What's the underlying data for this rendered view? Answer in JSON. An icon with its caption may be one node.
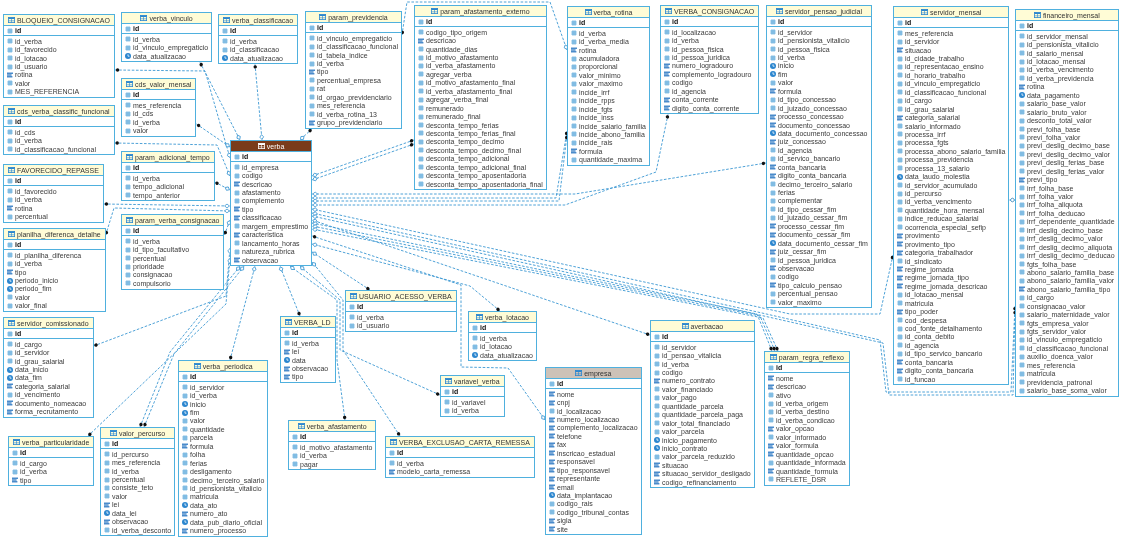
{
  "diagram": {
    "nodes": [
      {
        "text": [
          "BLOQUEIO_CONSIGNACAO",
          "id",
          "id_verba",
          "id_favorecido",
          "id_lotacao",
          "id_usuario",
          "rotina",
          "valor",
          "MES_REFERENCIA"
        ]
      },
      {
        "text": [
          "verba_vinculo",
          "id",
          "id_verba",
          "id_vinculo_empregaticio",
          "data_atualizacao"
        ]
      },
      {
        "text": [
          "verba_classificacao",
          "id",
          "id_verba",
          "id_classificacao",
          "data_atualizacao"
        ]
      },
      {
        "text": [
          "param_previdencia",
          "id",
          "id_vinculo_empregaticio",
          "id_classificacao_funcional",
          "id_tabela_indice",
          "id_verba",
          "tipo",
          "percentual_empresa",
          "rat",
          "id_orgao_previdenciario",
          "mes_referencia",
          "id_verba_rotina_13",
          "grupo_previdenciario"
        ]
      },
      {
        "text": [
          "param_afastamento_externo",
          "id",
          "codigo_tipo_origem",
          "descricao",
          "quantidade_dias",
          "id_motivo_afastamento",
          "id_verba_afastamento",
          "agregar_verba",
          "id_motivo_afastamento_final",
          "id_verba_afastamento_final",
          "agregar_verba_final",
          "remunerado",
          "remunerado_final",
          "desconta_tempo_ferias",
          "desconta_tempo_ferias_final",
          "desconta_tempo_decimo",
          "desconta_tempo_decimo_final",
          "desconta_tempo_adicional",
          "desconta_tempo_adicional_final",
          "desconta_tempo_aposentadoria",
          "desconta_tempo_aposentadoria_final"
        ]
      },
      {
        "text": [
          "verba_rotina",
          "id",
          "id_verba",
          "id_verba_media",
          "rotina",
          "acumuladora",
          "proporcional",
          "valor_minimo",
          "valor_maximo",
          "incide_irrf",
          "incide_rpps",
          "incide_fgts",
          "incide_inss",
          "incide_salario_familia",
          "incide_abono_familia",
          "incide_rais",
          "formula",
          "quantidade_maxima"
        ]
      },
      {
        "text": [
          "VERBA_CONSIGNACAO",
          "id",
          "id_localizacao",
          "id_verba",
          "id_pessoa_fisica",
          "id_pessoa_juridica",
          "numero_logradouro",
          "complemento_logradouro",
          "codigo",
          "id_agencia",
          "conta_corrente",
          "digito_conta_corrente"
        ]
      },
      {
        "text": [
          "servidor_pensao_judicial",
          "id",
          "id_servidor",
          "id_pensionista_vitalicio",
          "id_pessoa_fisica",
          "id_verba",
          "inicio",
          "fim",
          "valor",
          "formula",
          "id_tipo_concessao",
          "id_juizado_concessao",
          "processo_concessao",
          "documento_concessao",
          "data_documento_concessao",
          "juiz_concessao",
          "id_agencia",
          "id_servico_bancario",
          "conta_bancaria",
          "digito_conta_bancaria",
          "decimo_terceiro_salario",
          "ferias",
          "complementar",
          "id_tipo_cessar_fim",
          "id_juizado_cessar_fim",
          "processo_cessar_fim",
          "documento_cessar_fim",
          "data_documento_cessar_fim",
          "juiz_cessar_fim",
          "id_pessoa_juridica",
          "observacao",
          "codigo",
          "tipo_calculo_pensao",
          "percentual_pensao",
          "valor_maximo"
        ]
      },
      {
        "text": [
          "servidor_mensal",
          "id",
          "mes_referencia",
          "id_servidor",
          "situacao",
          "id_cidade_trabalho",
          "id_representacao_ensino",
          "id_horario_trabalho",
          "id_vinculo_empregaticio",
          "id_classificacao_funcional",
          "id_cargo",
          "id_grau_salarial",
          "categoria_salarial",
          "salario_informado",
          "processa_irrf",
          "processa_fgts",
          "processa_abono_salario_familia",
          "processa_previdencia",
          "processa_13_salario",
          "data_laudo_molestia",
          "id_servidor_acumulado",
          "id_percurso",
          "id_verba_vencimento",
          "quantidade_hora_mensal",
          "indice_reducao_salarial",
          "ocorrencia_especial_sefip",
          "provimento",
          "provimento_tipo",
          "categoria_trabalhador",
          "id_sindicato",
          "regime_jornada",
          "regime_jornada_tipo",
          "regime_jornada_descricao",
          "id_lotacao_mensal",
          "matricula",
          "tipo_poder",
          "cod_despesa",
          "cod_fonte_detalhamento",
          "id_conta_debito",
          "id_agencia",
          "id_tipo_servico_bancario",
          "conta_bancaria",
          "digito_conta_bancaria",
          "id_funcao"
        ]
      },
      {
        "text": [
          "financeiro_mensal",
          "id",
          "id_servidor_mensal",
          "id_pensionista_vitalicio",
          "id_salario_mensal",
          "id_lotacao_mensal",
          "id_verba_vencimento",
          "id_verba_previdencia",
          "rotina",
          "data_pagamento",
          "salario_base_valor",
          "salario_bruto_valor",
          "desconto_total_valor",
          "previ_folha_base",
          "previ_folha_valor",
          "previ_deslig_decimo_base",
          "previ_deslig_decimo_valor",
          "previ_deslig_ferias_base",
          "previ_deslig_ferias_valor",
          "previ_tipo",
          "irrf_folha_base",
          "irrf_folha_valor",
          "irrf_folha_aliquota",
          "irrf_folha_deducao",
          "irrf_dependente_quantidade",
          "irrf_deslig_decimo_base",
          "irrf_deslig_decimo_valor",
          "irrf_deslig_decimo_aliquota",
          "irrf_deslig_decimo_deducao",
          "fgts_folha_base",
          "abono_salario_familia_base",
          "abono_salario_familia_valor",
          "abono_salario_familia_tipo",
          "id_cargo",
          "consignacao_valor",
          "salario_maternidade_valor",
          "fgts_empresa_valor",
          "fgts_servidor_valor",
          "id_vinculo_empregaticio",
          "id_classificacao_funcional",
          "auxilio_doenca_valor",
          "mes_referencia",
          "matricula",
          "previdencia_patronal",
          "salario_base_soma_valor"
        ]
      },
      {
        "text": [
          "cds_valor_mensal",
          "id",
          "mes_referencia",
          "id_cds",
          "id_verba",
          "valor"
        ]
      },
      {
        "text": [
          "cds_verba_classific_funcional",
          "id",
          "id_cds",
          "id_verba",
          "id_classificacao_funcional"
        ]
      },
      {
        "text": [
          "verba",
          "id",
          "id_empresa",
          "codigo",
          "descricao",
          "afastamento",
          "complemento",
          "tipo",
          "classificacao",
          "margem_emprestimo",
          "caracteristica",
          "lancamento_horas",
          "natureza_rubrica",
          "observacao"
        ]
      },
      {
        "text": [
          "param_adicional_tempo",
          "id",
          "id_verba",
          "tempo_adicional",
          "tempo_anterior"
        ]
      },
      {
        "text": [
          "FAVORECIDO_REPASSE",
          "id",
          "id_favorecido",
          "id_verba",
          "rotina",
          "percentual"
        ]
      },
      {
        "text": [
          "param_verba_consignacao",
          "id",
          "id_verba",
          "id_tipo_facultativo",
          "percentual",
          "prioridade",
          "consignacao",
          "compulsorio"
        ]
      },
      {
        "text": [
          "planilha_diferenca_detalhe",
          "id",
          "id_planilha_diferenca",
          "id_verba",
          "tipo",
          "periodo_inicio",
          "periodo_fim",
          "valor",
          "valor_final"
        ]
      },
      {
        "text": [
          "USUARIO_ACESSO_VERBA",
          "id",
          "id_verba",
          "id_usuario"
        ]
      },
      {
        "text": [
          "verba_lotacao",
          "id",
          "id_verba",
          "id_lotacao",
          "data_atualizacao"
        ]
      },
      {
        "text": [
          "VERBA_LD",
          "id",
          "id_verba",
          "lei",
          "data",
          "observacao",
          "tipo"
        ]
      },
      {
        "text": [
          "servidor_comissionado",
          "id",
          "id_cargo",
          "id_servidor",
          "id_grau_salarial",
          "data_inicio",
          "data_fim",
          "categoria_salarial",
          "id_vencimento",
          "documento_nomeacao",
          "forma_recrutamento"
        ]
      },
      {
        "text": [
          "averbacao",
          "id",
          "id_servidor",
          "id_pensao_vitalicia",
          "id_verba",
          "codigo",
          "numero_contrato",
          "valor_financiado",
          "valor_pago",
          "quantidade_parcela",
          "quantidade_parcela_paga",
          "valor_total_financiado",
          "valor_parcela",
          "inicio_pagamento",
          "inicio_contrato",
          "valor_parcela_reduzido",
          "situacao",
          "situacao_servidor_desligado",
          "codigo_refinanciamento"
        ]
      },
      {
        "text": [
          "param_regra_reflexo",
          "id",
          "nome",
          "descricao",
          "ativo",
          "id_verba_origem",
          "id_verba_destino",
          "id_verba_condicao",
          "valor_opcao",
          "valor_informado",
          "valor_formula",
          "quantidade_opcao",
          "quantidade_informada",
          "quantidade_formula",
          "REFLETE_DSR"
        ]
      },
      {
        "text": [
          "verba_periodica",
          "id",
          "id_servidor",
          "id_verba",
          "inicio",
          "fim",
          "valor",
          "quantidade",
          "parcela",
          "formula",
          "folha",
          "ferias",
          "desligamento",
          "decimo_terceiro_salario",
          "id_pensionista_vitalicio",
          "matricula",
          "data_ato",
          "numero_ato",
          "data_pub_diario_oficial",
          "numero_processo"
        ]
      },
      {
        "text": [
          "empresa",
          "id",
          "nome",
          "cnpj",
          "id_localizacao",
          "numero_localizacao",
          "complemento_localizacao",
          "telefone",
          "fax",
          "inscricao_estadual",
          "responsavel",
          "tipo_responsavel",
          "representante",
          "email",
          "data_implantacao",
          "codigo_rais",
          "codigo_tribunal_contas",
          "sigla",
          "site"
        ]
      },
      {
        "text": [
          "variavel_verba",
          "id",
          "id_variavel",
          "id_verba"
        ]
      },
      {
        "text": [
          "verba_afastamento",
          "id",
          "id_motivo_afastamento",
          "id_verba",
          "pagar"
        ]
      },
      {
        "text": [
          "valor_percurso",
          "id",
          "id_percurso",
          "mes_referencia",
          "id_verba",
          "percentual",
          "consiste_teto",
          "valor",
          "lei",
          "data_lei",
          "observacao",
          "id_verba_desconto"
        ]
      },
      {
        "text": [
          "verba_particularidade",
          "id",
          "id_cargo",
          "id_verba",
          "tipo"
        ]
      },
      {
        "text": [
          "VERBA_EXCLUSAO_CARTA_REMESSA",
          "id",
          "id_verba",
          "modelo_carta_remessa"
        ]
      }
    ],
    "edges": [
      {
        "from": 0,
        "to": 12,
        "arrow": "other"
      },
      {
        "from": 1,
        "to": 12,
        "arrow": "other"
      },
      {
        "from": 2,
        "to": 12,
        "arrow": "other"
      },
      {
        "from": 3,
        "to": 12,
        "arrow": "other"
      },
      {
        "from": 3,
        "to": 5,
        "arrow": "other"
      },
      {
        "from": 4,
        "to": 12,
        "arrow": "other"
      },
      {
        "from": 4,
        "to": 12,
        "arrow": "other"
      },
      {
        "from": 5,
        "to": 12,
        "arrow": "other"
      },
      {
        "from": 5,
        "to": 12,
        "arrow": "other"
      },
      {
        "from": 6,
        "to": 12,
        "arrow": "other"
      },
      {
        "from": 7,
        "to": 12,
        "arrow": "other"
      },
      {
        "from": 8,
        "to": 12,
        "arrow": "other"
      },
      {
        "from": 9,
        "to": 8,
        "arrow": "other"
      },
      {
        "from": 9,
        "to": 12,
        "arrow": "other"
      },
      {
        "from": 9,
        "to": 12,
        "arrow": "other"
      },
      {
        "from": 10,
        "to": 12,
        "arrow": "other"
      },
      {
        "from": 11,
        "to": 12,
        "arrow": "other"
      },
      {
        "from": 13,
        "to": 12,
        "arrow": "other"
      },
      {
        "from": 14,
        "to": 12,
        "arrow": "other"
      },
      {
        "from": 15,
        "to": 12,
        "arrow": "other"
      },
      {
        "from": 16,
        "to": 12,
        "arrow": "other"
      },
      {
        "from": 20,
        "to": 12,
        "arrow": "other"
      },
      {
        "from": 28,
        "to": 12,
        "arrow": "other"
      },
      {
        "from": 27,
        "to": 12,
        "arrow": "other"
      },
      {
        "from": 27,
        "to": 12,
        "arrow": "other"
      },
      {
        "from": 23,
        "to": 12,
        "arrow": "other"
      },
      {
        "from": 19,
        "to": 12,
        "arrow": "other"
      },
      {
        "from": 26,
        "to": 12,
        "arrow": "other"
      },
      {
        "from": 17,
        "to": 12,
        "arrow": "other"
      },
      {
        "from": 18,
        "to": 12,
        "arrow": "other"
      },
      {
        "from": 25,
        "to": 12,
        "arrow": "other"
      },
      {
        "from": 29,
        "to": 12,
        "arrow": "other"
      },
      {
        "from": 12,
        "to": 24,
        "arrow": "other"
      },
      {
        "from": 21,
        "to": 12,
        "arrow": "other"
      },
      {
        "from": 22,
        "to": 12,
        "arrow": "other"
      },
      {
        "from": 22,
        "to": 12,
        "arrow": "other"
      },
      {
        "from": 22,
        "to": 12,
        "arrow": "other"
      }
    ]
  }
}
